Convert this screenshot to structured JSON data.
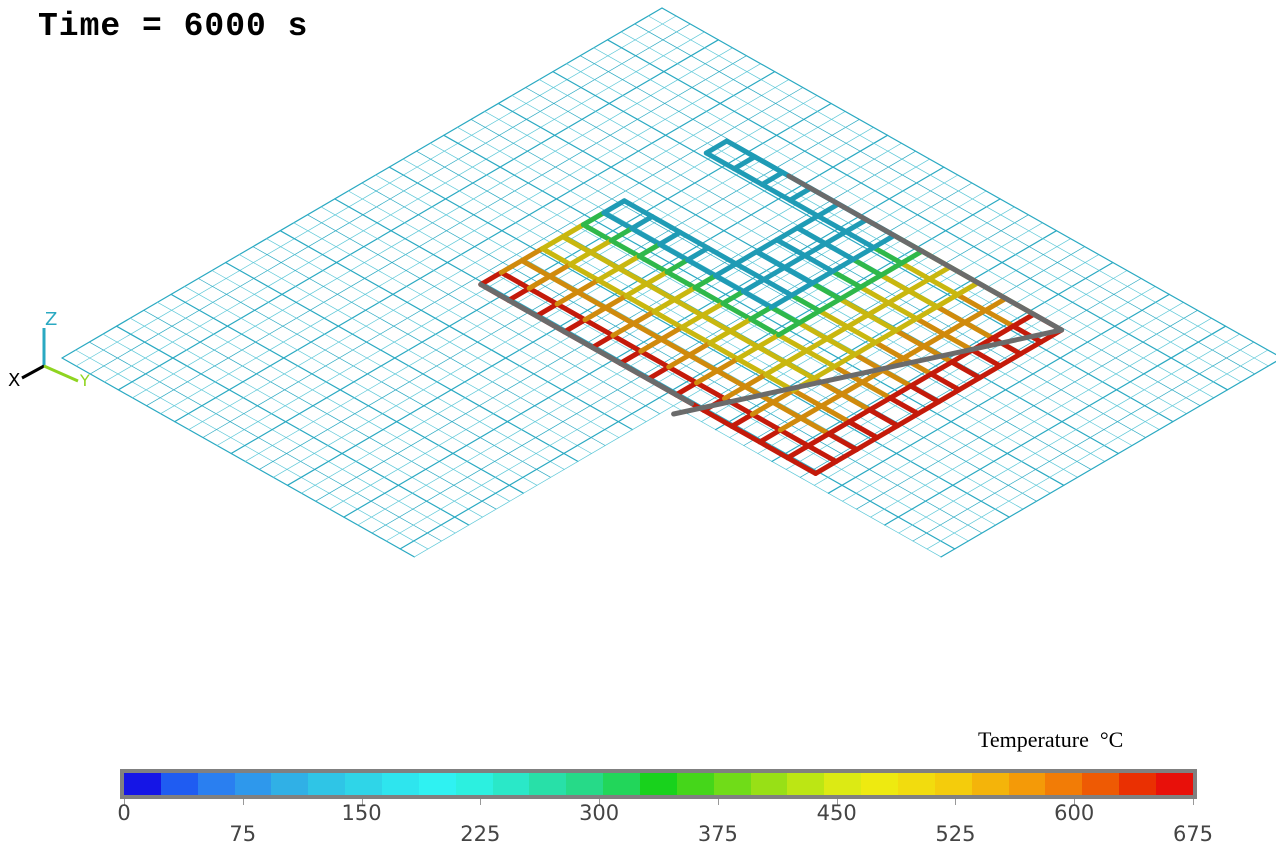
{
  "header": {
    "time_label": "Time = 6000 s"
  },
  "axes_triad": {
    "x": "X",
    "y": "Y",
    "z": "Z"
  },
  "legend": {
    "title": "Temperature  °C",
    "ticks_top": [
      "0",
      "150",
      "300",
      "450",
      "600"
    ],
    "ticks_bottom": [
      "75",
      "225",
      "375",
      "525",
      "675"
    ],
    "range": [
      0,
      675
    ],
    "colors": [
      "#1515e6",
      "#1f5cf2",
      "#2a7ff0",
      "#2e98ec",
      "#30b0e6",
      "#2fc5e6",
      "#2fd5e8",
      "#2ee5ee",
      "#2ff2f2",
      "#2cf0e0",
      "#2ae8c8",
      "#28e0a8",
      "#26da88",
      "#22d65a",
      "#18d21c",
      "#45d61a",
      "#70dc18",
      "#98e016",
      "#bce614",
      "#dcea14",
      "#eeea10",
      "#f2dc0e",
      "#f4cc0c",
      "#f4b40a",
      "#f49a08",
      "#f27c06",
      "#ee5a04",
      "#ea3002",
      "#e8100a"
    ],
    "tick_mark_values": [
      0,
      75,
      150,
      225,
      300,
      375,
      450,
      525,
      600,
      675
    ]
  },
  "model_colors": {
    "mesh": "#2aa9c2",
    "mesh_light": "#5ec8d8",
    "beam_cool": "#1f9bb5",
    "beam_green": "#2fb84a",
    "beam_yellow": "#c9b70f",
    "beam_orange": "#d08a0c",
    "beam_red": "#c41a0a",
    "edge_gray": "#6b6b6b"
  }
}
